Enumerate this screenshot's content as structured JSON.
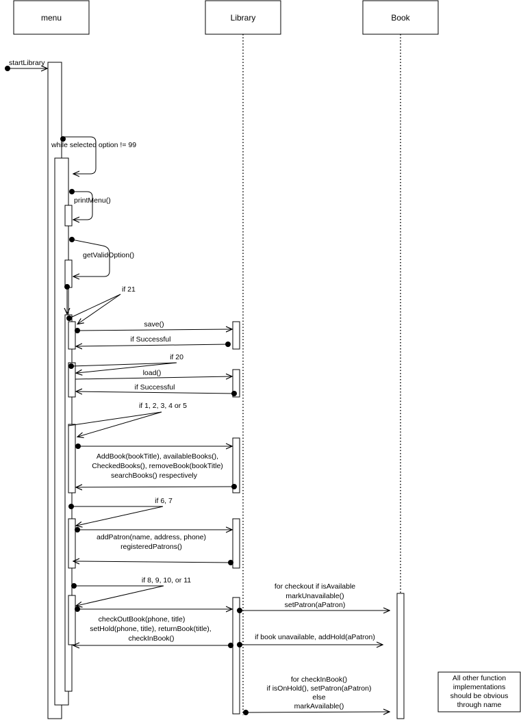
{
  "lifelines": {
    "menu": "menu",
    "library": "Library",
    "book": "Book"
  },
  "messages": {
    "start_library": "startLibrary",
    "while_loop": "while selected option != 99",
    "print_menu": "printMenu()",
    "get_valid_option": "getValidOption()",
    "if_21": "if 21",
    "save": "save()",
    "if_successful_save": "if Successful",
    "if_20": "if 20",
    "load": "load()",
    "if_successful_load": "if Successful",
    "if_1_5": "if 1, 2, 3, 4 or 5",
    "book_ops": [
      "AddBook(bookTitle), availableBooks(),",
      "CheckedBooks(),  removeBook(bookTitle)",
      "searchBooks() respectively"
    ],
    "if_6_7": "if 6, 7",
    "patron_ops": [
      "addPatron(name, address, phone)",
      "registeredPatrons()"
    ],
    "if_8_11": "if 8, 9, 10, or 11",
    "checkout_ops": [
      "checkOutBook(phone, title)",
      "setHold(phone, title), returnBook(title),",
      "checkInBook()"
    ],
    "checkout_book": [
      "for checkout if isAvailable",
      "markUnavailable()",
      "setPatron(aPatron)"
    ],
    "add_hold": "if book unavailable, addHold(aPatron)",
    "checkin_book": [
      "for checkInBook()",
      "if isOnHold(), setPatron(aPatron)",
      "else",
      "markAvailable()"
    ]
  },
  "note": [
    "All other function",
    "implementations",
    "should be obvious",
    "through name"
  ]
}
